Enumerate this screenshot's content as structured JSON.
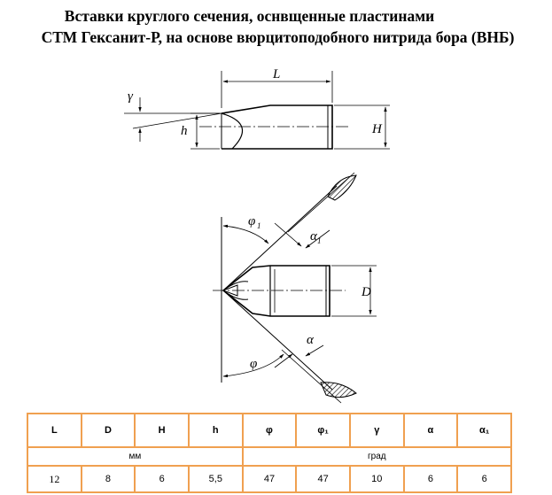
{
  "title": {
    "line1": "Вставки круглого сечения, оснвщенные пластинами",
    "line2": "СТМ Гексанит-Р, на основе вюрцитоподобного нитрида бора (ВНБ)"
  },
  "drawing": {
    "labels": {
      "L": "L",
      "H": "H",
      "h": "h",
      "gamma": "γ",
      "phi1": "φ",
      "phi1_sub": "1",
      "alpha1": "α",
      "alpha1_sub": "1",
      "D": "D",
      "phi": "φ",
      "alpha": "α"
    }
  },
  "table": {
    "headers": [
      "L",
      "D",
      "H",
      "h",
      "φ",
      "φ₁",
      "γ",
      "α",
      "α₁"
    ],
    "units": {
      "mm": "мм",
      "deg": "град"
    },
    "values": [
      "12",
      "8",
      "6",
      "5,5",
      "47",
      "47",
      "10",
      "6",
      "6"
    ]
  },
  "colors": {
    "table_border": "#f0a050",
    "lines": "#000000"
  }
}
